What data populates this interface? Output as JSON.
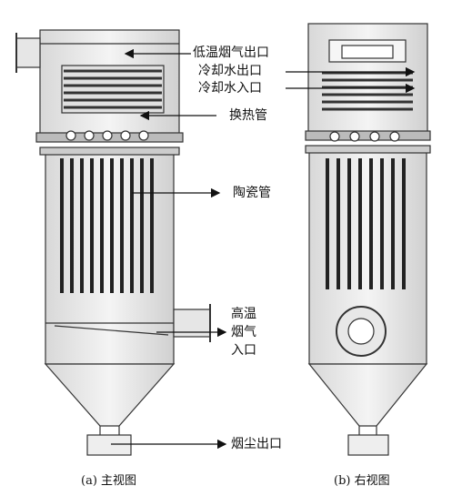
{
  "labels": {
    "low_temp_outlet": "低温烟气出口",
    "cooling_water_outlet": "冷却水出口",
    "cooling_water_inlet": "冷却水入口",
    "heat_exchange_tube": "换热管",
    "ceramic_tube": "陶瓷管",
    "high_temp_inlet_1": "高温",
    "high_temp_inlet_2": "烟气",
    "high_temp_inlet_3": "入口",
    "dust_outlet": "烟尘出口"
  },
  "captions": {
    "front_view": "(a) 主视图",
    "right_view": "(b) 右视图"
  }
}
